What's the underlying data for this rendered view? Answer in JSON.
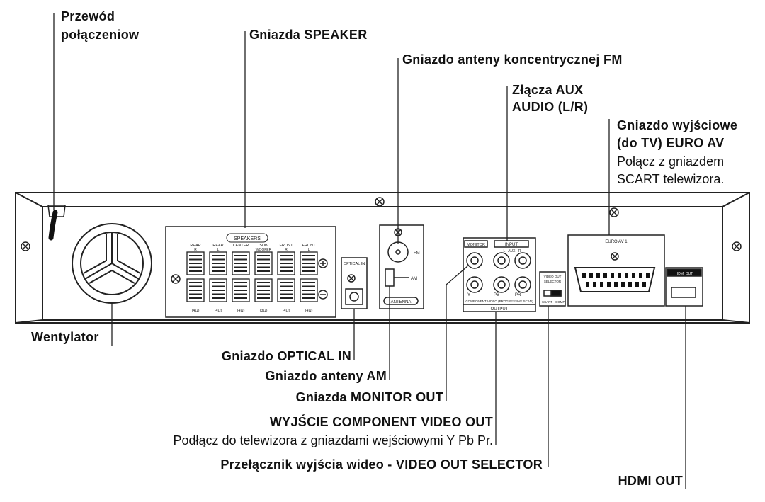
{
  "callouts": {
    "power_cord": [
      "Przewód",
      "połączeniow"
    ],
    "speaker_jacks": "Gniazda SPEAKER",
    "fm_antenna": "Gniazdo anteny koncentrycznej FM",
    "aux_audio": [
      "Złącza AUX",
      "AUDIO (L/R)"
    ],
    "euro_av": [
      "Gniazdo wyjściowe",
      "(do TV) EURO AV"
    ],
    "euro_av_desc": [
      "Połącz z gniazdem",
      "SCART telewizora."
    ],
    "fan": "Wentylator",
    "optical_in": "Gniazdo OPTICAL IN",
    "am_antenna": "Gniazdo anteny AM",
    "monitor_out": "Gniazda MONITOR OUT",
    "component_out": "WYJŚCIE COMPONENT VIDEO OUT",
    "component_desc": "Podłącz do telewizora z gniazdami wejściowymi Y Pb Pr.",
    "video_selector": "Przełącznik wyjścia wideo - VIDEO OUT SELECTOR",
    "hdmi_out": "HDMI OUT"
  },
  "panel": {
    "speakers_title": "SPEAKERS",
    "speaker_channels": [
      {
        "name": "REAR",
        "sub": "R",
        "ohm": "(4Ω)"
      },
      {
        "name": "REAR",
        "sub": "L",
        "ohm": "(4Ω)"
      },
      {
        "name": "CENTER",
        "sub": "",
        "ohm": "(4Ω)"
      },
      {
        "name": "SUB",
        "sub": "WOOFER",
        "ohm": "(3Ω)"
      },
      {
        "name": "FRONT",
        "sub": "R",
        "ohm": "(4Ω)"
      },
      {
        "name": "FRONT",
        "sub": "L",
        "ohm": "(4Ω)"
      }
    ],
    "optical_in": "OPTICAL IN",
    "fm": "FM",
    "am": "AM",
    "antenna": "ANTENNA",
    "monitor": "MONITOR",
    "input": "INPUT",
    "aux": "L · AUX · R",
    "component_label": "COMPONENT VIDEO (PROGRESSIVE SCAN)",
    "output": "OUTPUT",
    "y": "Y",
    "pb": "PB",
    "pr": "PR",
    "video_out_selector": [
      "VIDEO OUT",
      "SELECTOR"
    ],
    "selector_options": [
      "SCART",
      "COMP."
    ],
    "euro_av1": "EURO AV 1",
    "hdmi": "HDMI OUT"
  }
}
